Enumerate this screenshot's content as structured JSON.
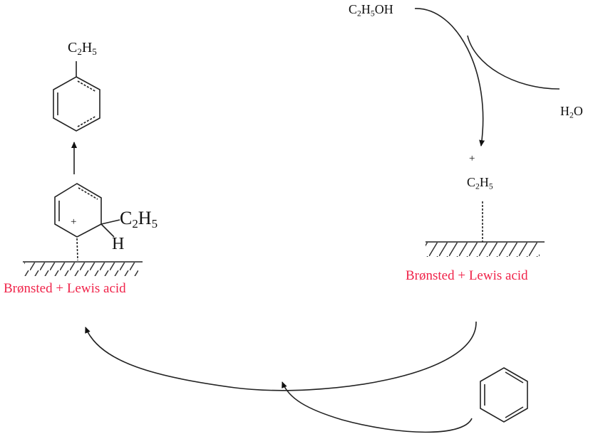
{
  "left": {
    "product_substituent": {
      "main": "C",
      "sub1": "2",
      "mid": "H",
      "sub2": "5"
    },
    "intermediate_substituent": {
      "main": "C",
      "sub1": "2",
      "mid": "H",
      "sub2": "5"
    },
    "intermediate_h": "H",
    "intermediate_charge": "+",
    "surface_label": "Brønsted + Lewis acid"
  },
  "right": {
    "reactant": {
      "main": "C",
      "sub1": "2",
      "mid": "H",
      "sub2": "5",
      "tail": "OH"
    },
    "byproduct": {
      "main": "H",
      "sub1": "2",
      "tail": "O"
    },
    "carbocation_charge": "+",
    "carbocation": {
      "main": "C",
      "sub1": "2",
      "mid": "H",
      "sub2": "5"
    },
    "surface_label": "Brønsted + Lewis acid"
  },
  "colors": {
    "label": "#f0244a",
    "line": "#222222"
  }
}
